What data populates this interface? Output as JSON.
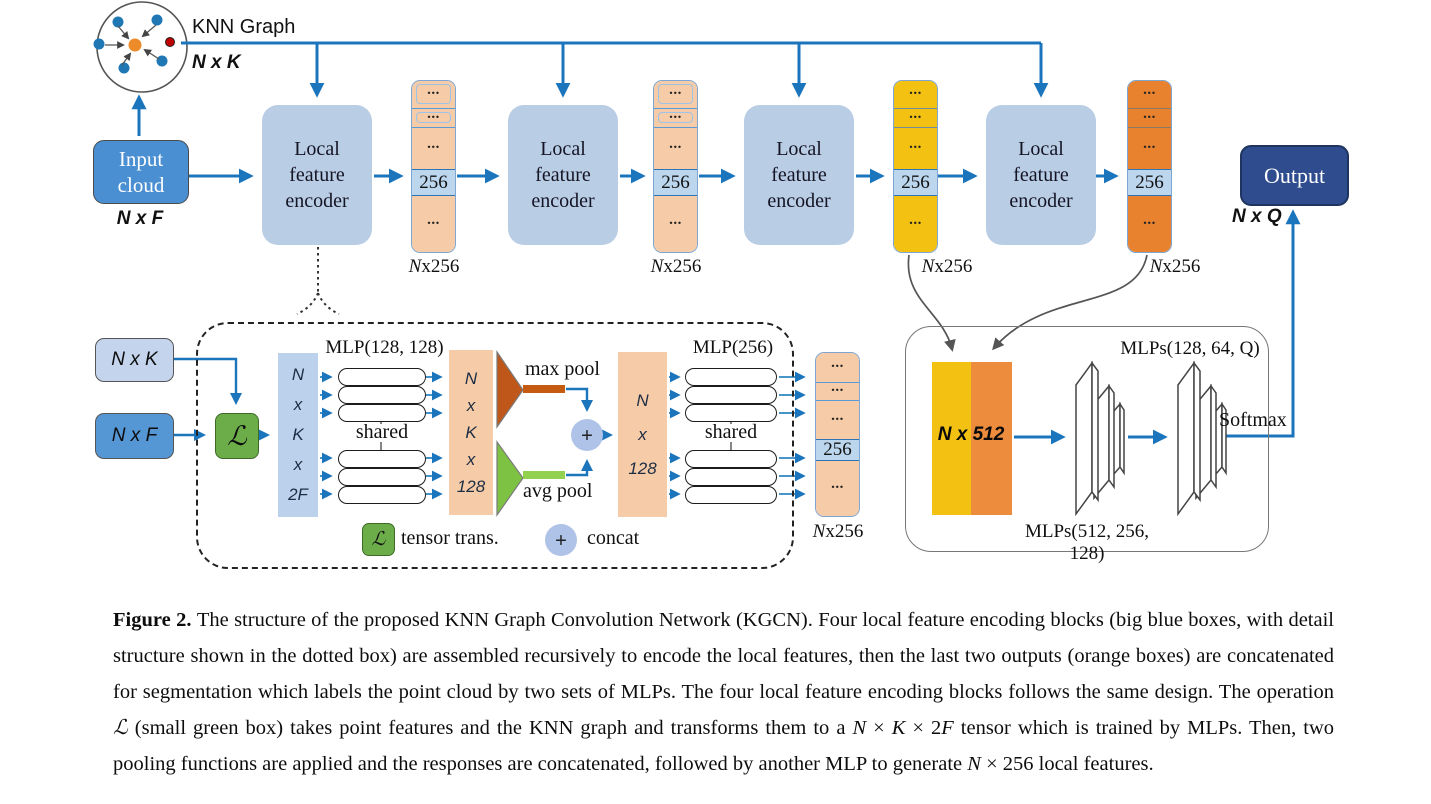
{
  "colors": {
    "arrow_blue": "#1B75BC",
    "encoder_fill": "#B9CDE5",
    "peach": "#F6CBA7",
    "yellow": "#F3C112",
    "orange": "#E8822F",
    "orange_light": "#EC8C3C",
    "seg256_fill": "#BCD6EE",
    "seg256_border": "#2E75B6",
    "input_blue": "#4A8FD1",
    "output_navy": "#2E4C8E",
    "light_blue_box": "#C3D4EC",
    "mid_blue_box": "#5596D4",
    "green_op": "#6CAD4A",
    "concat_circle": "#AFC3E8",
    "max_pool": "#C0571A",
    "max_bar": "#C55A11",
    "avg_pool": "#7DC243",
    "avg_bar": "#92D050",
    "tensor_bar": "#BCD2EC"
  },
  "top": {
    "knn_label": "KNN Graph",
    "knn_dim": "N x K",
    "input_label": "Input\ncloud",
    "input_dim": "N x F",
    "encoder_label": "Local\nfeature\nencoder",
    "dots": "...",
    "bar_value": "256",
    "bar_label_n": "N",
    "bar_label_rest": "x256",
    "output_label": "Output",
    "output_dim": "N x Q"
  },
  "detail": {
    "in1": "N x K",
    "in2": "N x F",
    "op": "ℒ",
    "tensor_text": "N\nx\nK\nx\n2F",
    "mlp1_title": "MLP(128, 128)",
    "shared": "shared",
    "max_pool": "max pool",
    "avg_pool": "avg pool",
    "concat": "+",
    "mid_text": "N\nx\nK\nx\n128",
    "mid2_text": "N\nx\n128",
    "mlp2_title": "MLP(256)",
    "out_value": "256",
    "out_label_n": "N",
    "out_label_rest": "x256",
    "legend_op": "ℒ",
    "legend_op_label": "tensor trans.",
    "legend_concat": "+",
    "legend_concat_label": "concat"
  },
  "seg": {
    "block_label": "N x 512",
    "mlps_top": "MLPs(128, 64, Q)",
    "mlps_bottom": "MLPs(512, 256, 128)",
    "softmax": "Softmax"
  },
  "caption": {
    "segments": [
      {
        "text": "Figure 2. ",
        "bold": true
      },
      {
        "text": "The structure of the proposed KNN Graph Convolution Network (KGCN). Four local feature encoding blocks (big blue boxes, with detail structure shown in the dotted box) are assembled recursively to encode the local features, then the last two outputs (orange boxes) are concatenated for segmentation which labels the point cloud by two sets of MLPs. The four local feature encoding blocks follows the same design. The operation "
      },
      {
        "text": "ℒ",
        "italic": true
      },
      {
        "text": " (small green box) takes point features and the KNN graph and transforms them to a "
      },
      {
        "text": "N",
        "italic": true
      },
      {
        "text": " × "
      },
      {
        "text": "K",
        "italic": true
      },
      {
        "text": " × 2"
      },
      {
        "text": "F",
        "italic": true
      },
      {
        "text": " tensor which is trained by MLPs. Then, two pooling functions are applied and the responses are concatenated, followed by another MLP to generate "
      },
      {
        "text": "N",
        "italic": true
      },
      {
        "text": " × 256 local features."
      }
    ]
  }
}
